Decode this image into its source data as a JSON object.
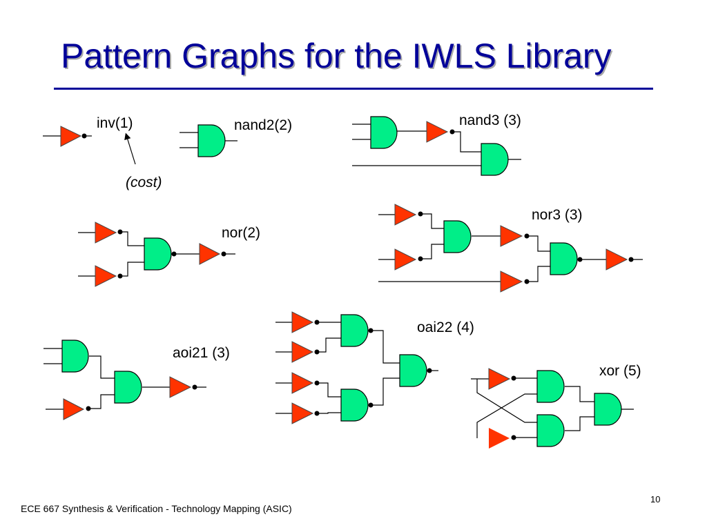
{
  "title": "Pattern Graphs for the IWLS Library",
  "labels": {
    "inv": "inv(1)",
    "nand2": "nand2(2)",
    "nand3": "nand3 (3)",
    "cost": "(cost)",
    "nor": "nor(2)",
    "nor3": "nor3 (3)",
    "aoi21": "aoi21 (3)",
    "oai22": "oai22 (4)",
    "xor": "xor (5)"
  },
  "footer": "ECE 667 Synthesis & Verification - Technology Mapping (ASIC)",
  "page_number": "10",
  "colors": {
    "title": "#000099",
    "nand_gate_fill": "#00ee88",
    "inverter_fill": "#ff3300"
  }
}
